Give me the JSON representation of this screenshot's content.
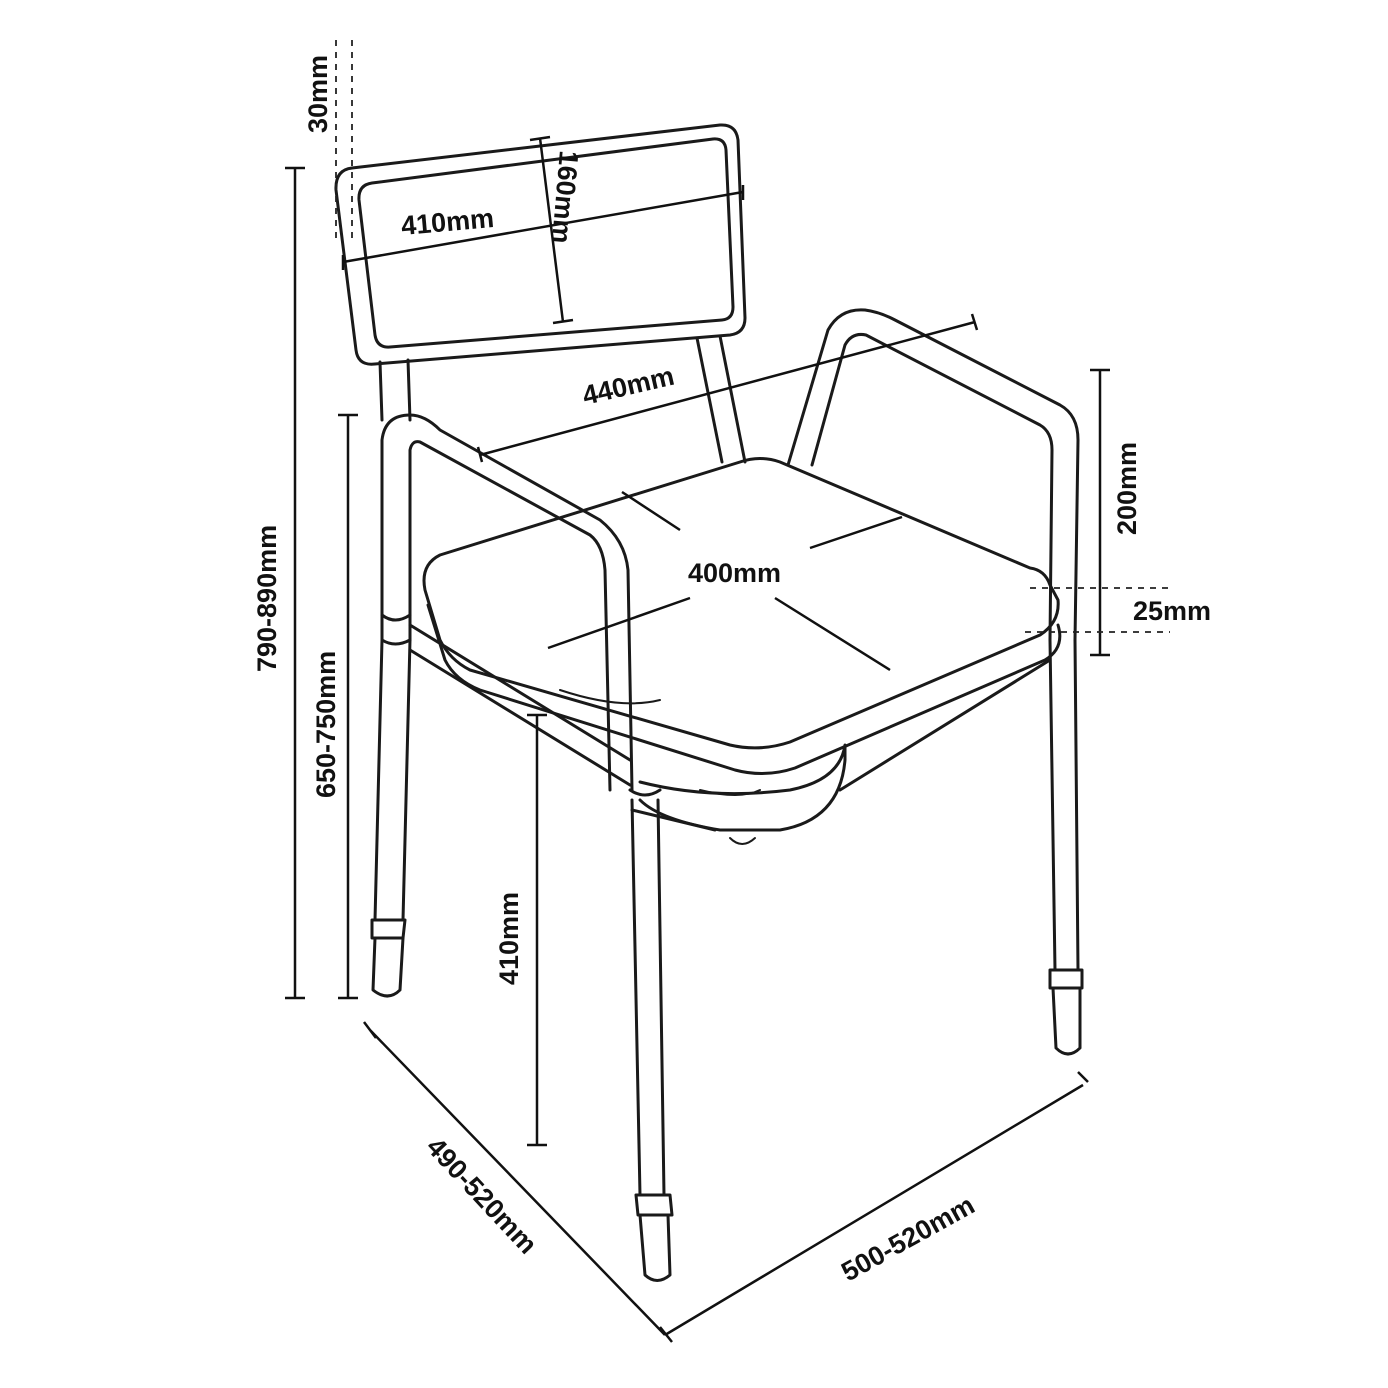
{
  "title": "Commode chair dimensions diagram",
  "dimensions": {
    "backrest_thickness": "30mm",
    "backrest_width": "410mm",
    "backrest_height": "160mm",
    "width_between_arms": "440mm",
    "arm_height_above_seat": "200mm",
    "seat_size": "400mm",
    "seat_thickness": "25mm",
    "overall_height": "790-890mm",
    "arm_height": "650-750mm",
    "seat_height": "410mm",
    "depth": "490-520mm",
    "width": "500-520mm"
  }
}
